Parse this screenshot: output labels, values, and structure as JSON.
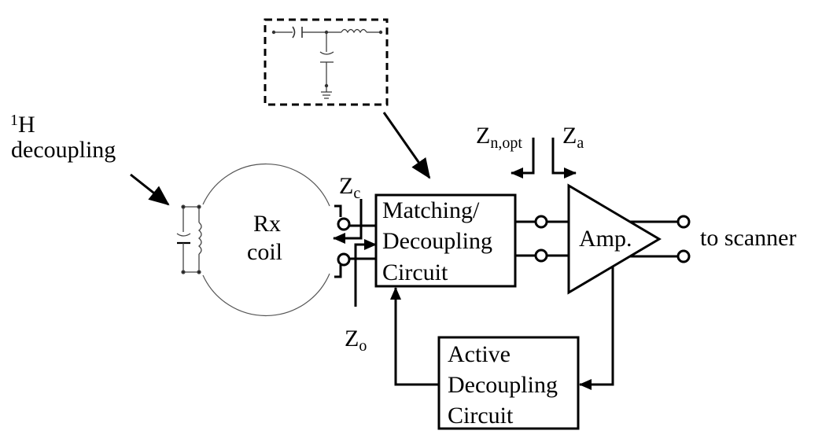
{
  "diagram": {
    "type": "block-diagram",
    "labels": {
      "h_decoupling_sup": "1",
      "h_decoupling_h": "H",
      "h_decoupling_word": "decoupling",
      "rx_coil_line1": "Rx",
      "rx_coil_line2": "coil",
      "zc_main": "Z",
      "zc_sub": "c",
      "zo_main": "Z",
      "zo_sub": "o",
      "znopt_main": "Z",
      "znopt_sub": "n,opt",
      "za_main": "Z",
      "za_sub": "a",
      "matching_line1": "Matching/",
      "matching_line2": "Decoupling",
      "matching_line3": "Circuit",
      "amp": "Amp.",
      "to_scanner": "to scanner",
      "active_line1": "Active",
      "active_line2": "Decoupling",
      "active_line3": "Circuit"
    },
    "nodes": [
      {
        "id": "h-decoupling-trap",
        "label": "1H decoupling"
      },
      {
        "id": "rx-coil",
        "label": "Rx coil"
      },
      {
        "id": "matching-circuit-inset",
        "label": "Matching network schematic (inset)"
      },
      {
        "id": "matching-decoupling-circuit",
        "label": "Matching/Decoupling Circuit"
      },
      {
        "id": "amplifier",
        "label": "Amp."
      },
      {
        "id": "active-decoupling-circuit",
        "label": "Active Decoupling Circuit"
      },
      {
        "id": "scanner-output",
        "label": "to scanner"
      }
    ],
    "edges": [
      {
        "from": "rx-coil",
        "to": "matching-decoupling-circuit"
      },
      {
        "from": "matching-decoupling-circuit",
        "to": "amplifier"
      },
      {
        "from": "amplifier",
        "to": "scanner-output"
      },
      {
        "from": "amplifier",
        "to": "active-decoupling-circuit"
      },
      {
        "from": "active-decoupling-circuit",
        "to": "matching-decoupling-circuit"
      }
    ],
    "colors": {
      "line": "#000000",
      "thin_line": "#555555",
      "background": "#ffffff"
    }
  }
}
